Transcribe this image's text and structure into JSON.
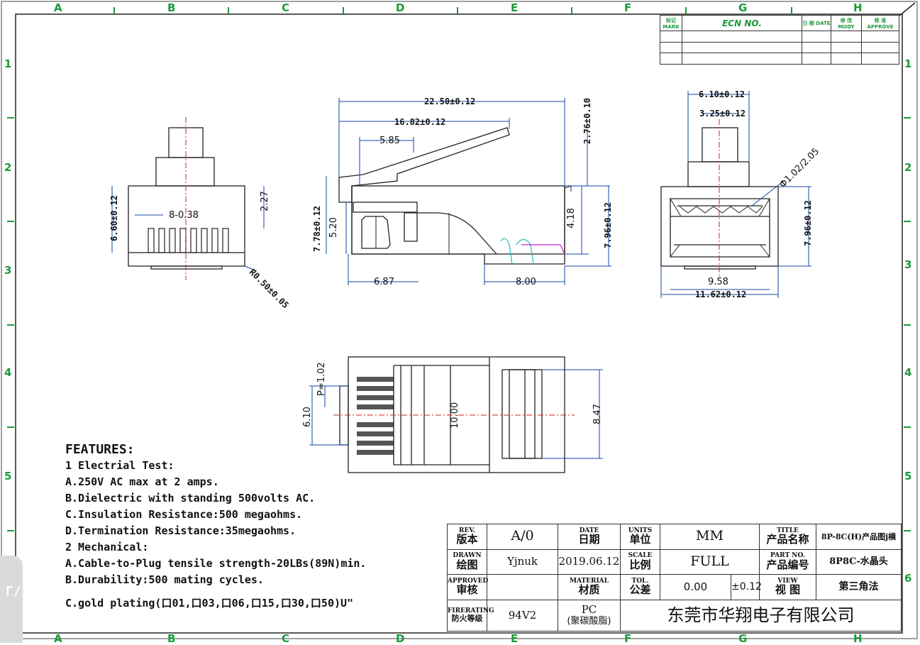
{
  "zones": {
    "letters": [
      "A",
      "B",
      "C",
      "D",
      "E",
      "F",
      "G",
      "H"
    ],
    "numbers": [
      "1",
      "2",
      "3",
      "4",
      "5",
      "6"
    ]
  },
  "ecn_block": {
    "col1": "标记\nMARK",
    "col2": "ECN NO.",
    "col3": "日 期\nDATE",
    "col4": "修 改\nMODY",
    "col5": "核 准\nAPPROVE"
  },
  "front_view": {
    "width_label": "8-0.38",
    "height_label": "6.60±0.12",
    "height2_label": "2.27",
    "radius_label": "R0.50±0.05"
  },
  "side_view": {
    "length_label": "22.50±0.12",
    "latch_length_label": "16.82±0.12",
    "latch_offset_label": "5.85",
    "latch_height_label": "2.76±0.10",
    "left_height_label": "7.78±0.12",
    "inner_height_label": "5.20",
    "nose_height_label": "4.18",
    "right_height_label": "7.96±0.12",
    "bottom_left_label": "6.87",
    "bottom_right_label": "8.00"
  },
  "end_view": {
    "top_width_label": "6.10±0.12",
    "top_inner_label": "3.25±0.12",
    "diameter_label": "Φ1.02/2.05",
    "height_label": "7.96±0.12",
    "inner_width_label": "9.58",
    "width_label": "11.62±0.12"
  },
  "bottom_view": {
    "pitch_label": "P=1.02",
    "span_label": "6.10",
    "center_label": "10.00",
    "right_label": "8.47"
  },
  "features": {
    "title": "FEATURES:",
    "lines": [
      "1 Electrial Test:",
      "A.250V AC max at 2 amps.",
      "B.Dielectric with standing 500volts AC.",
      "C.Insulation Resistance:500 megaohms.",
      "D.Termination Resistance:35megaohms.",
      "2 Mechanical:",
      "A.Cable-to-Plug tensile strength-20LBs(89N)min.",
      "B.Durability:500 mating cycles.",
      "C.gold plating(口01,口03,口06,口15,口30,口50)U\""
    ]
  },
  "title_block": {
    "rev_label_en": "REV.",
    "rev_label_zh": "版本",
    "rev_value": "A/0",
    "date_label_en": "DATE",
    "date_label_zh": "日期",
    "units_label_en": "UNITS",
    "units_label_zh": "单位",
    "units_value": "MM",
    "title_label_en": "TITLE",
    "title_label_zh": "产品名称",
    "title_value": "8P-8C(H)产品图j横",
    "drawn_label_en": "DRAWN",
    "drawn_label_zh": "绘图",
    "drawn_value": "Yjnuk",
    "date_value": "2019.06.12",
    "scale_label_en": "SCALE",
    "scale_label_zh": "比例",
    "scale_value": "FULL",
    "part_label_en": "PART NO.",
    "part_label_zh": "产品编号",
    "part_value": "8P8C-水晶头",
    "approved_label_en": "APPROVED",
    "approved_label_zh": "审核",
    "material_label_en": "MATERIAL",
    "material_label_zh": "材质",
    "tol_label_en": "TOL.",
    "tol_label_zh": "公差",
    "tol_value_1": "0.00",
    "tol_value_2": "±0.12",
    "view_label_en": "VIEW",
    "view_label_zh": "视  图",
    "view_value": "第三角法",
    "fire_label_en": "FIRERATING",
    "fire_label_zh": "防火等级",
    "fire_value": "94V2",
    "material_value_1": "PC",
    "material_value_2": "(聚碳酸脂)",
    "company": "东莞市华翔电子有限公司"
  },
  "side_tab": {
    "glyph": "Γ/"
  }
}
